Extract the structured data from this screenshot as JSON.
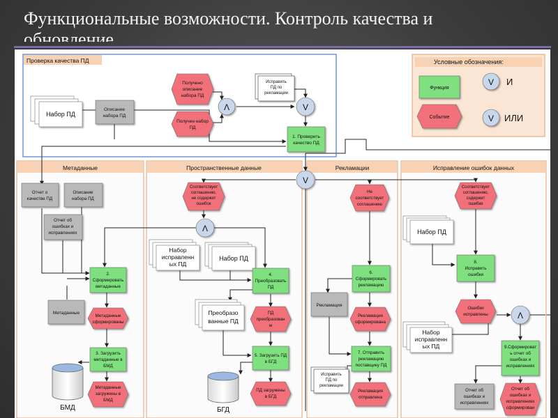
{
  "title": {
    "line1": "Функциональные возможности. Контроль качества и",
    "line2": "обновление"
  },
  "colors": {
    "function": "#7ee07e",
    "event": "#f2707a",
    "data": "#b9b9b9",
    "swimlane_header": "#f7d2b4",
    "swimlane_border": "#e0a070",
    "top_border": "#4a7bd0",
    "accent": "#7b6aa8"
  },
  "legend": {
    "header": "Условные обозначения:",
    "function": "Функция",
    "event": "Событие",
    "and_symbol": "V",
    "and_label": "И",
    "or_symbol": "V",
    "or_label": "ИЛИ"
  },
  "top_section": {
    "header": "Проверка качества ПД",
    "nabor_pd": "Набор ПД",
    "opisanie": [
      "Описание",
      "набора ПД"
    ],
    "ispravit": [
      "Исправить",
      "ПД по",
      "рекламации"
    ],
    "polucheno_opisanie": [
      "Получено",
      "описание",
      "набора ПД"
    ],
    "poluchen_nabor": [
      "Получен набор",
      "ПД"
    ],
    "and_gate": "Λ",
    "or_gate": "V",
    "proverit": [
      "1. Проверить",
      "качество ПД"
    ]
  },
  "lanes": {
    "metadata": "Метаданные",
    "spatial": "Пространственные данные",
    "claims": "Рекламации",
    "errors": "Исправление ошибок данных"
  },
  "metadata_lane": {
    "otchet_kachestve": [
      "Отчет о",
      "качестве ПД"
    ],
    "opisanie": [
      "Описание",
      "набора ПД"
    ],
    "otchet_oshibkah": [
      "Отчет об",
      "ошибках и",
      "исправлениях"
    ],
    "sformirovat": [
      "2.",
      "Сформировать",
      "метаданные"
    ],
    "metadannye": "Метаданные",
    "sformirovany": [
      "Метаданные",
      "сформированы"
    ],
    "zagruzit": [
      "3. Загрузить",
      "метаданные в",
      "БМД"
    ],
    "db_label": "БМД",
    "zagruzheny": [
      "Метаданные",
      "загружены в",
      "БМД"
    ]
  },
  "spatial_lane": {
    "sootvetstvuet": [
      "Соответствует",
      "соглашению,",
      "не содержит",
      "ошибок"
    ],
    "and_gate": "Λ",
    "nabor_ispravl": [
      "Набор",
      "исправленн",
      "ых ПД"
    ],
    "nabor_pd": "Набор ПД",
    "preobrazovat": [
      "4.",
      "Преобразовать",
      "ПД"
    ],
    "preobraz_pd": [
      "Преобразо",
      "ванные ПД"
    ],
    "pd_preobrazovan": [
      "ПД",
      "преобразован",
      "м"
    ],
    "zagruzit": [
      "5. Загрузить ПД",
      "в БГД"
    ],
    "db_label": "БГД",
    "zagruzheny": [
      "ПД загружены",
      "в БГД"
    ]
  },
  "claims_lane": {
    "or_gate": "V",
    "ne_sootvetstvuet": [
      "Не",
      "соответствует",
      "соглашению"
    ],
    "sformirovat": [
      "6.",
      "Сформировать",
      "рекламацию"
    ],
    "reklamaciya": "Рекламация",
    "sformirovana": [
      "Рекламация",
      "сформирована"
    ],
    "otpravit": [
      "7. Отправить",
      "рекламацию",
      "поставщику ПД"
    ],
    "ispravit": [
      "Исправить",
      "ПД по",
      "рекламации"
    ],
    "otpravlena": [
      "Рекламация",
      "отправлена"
    ]
  },
  "errors_lane": {
    "sootvetstvuet": [
      "Соответствует",
      "соглашению,",
      "содержит",
      "ошибки"
    ],
    "nabor_pd": "Набор ПД",
    "ispravit": [
      "8.",
      "Исправить",
      "ошибки"
    ],
    "oshibki_ispravleny": [
      "Ошибки",
      "исправлены"
    ],
    "and_gate": "Λ",
    "nabor_ispravl": [
      "Набор",
      "исправленн",
      "ых ПД"
    ],
    "sformirovat": [
      "9.Сформироват",
      "ь отчет об",
      "ошибках и",
      "исправлениях"
    ],
    "otchet": [
      "Отчет об",
      "ошибках и",
      "исправлениях"
    ],
    "otchet_sformirovan": [
      "Отчет об",
      "ошибках и",
      "исправлениях",
      "сформирован"
    ]
  }
}
